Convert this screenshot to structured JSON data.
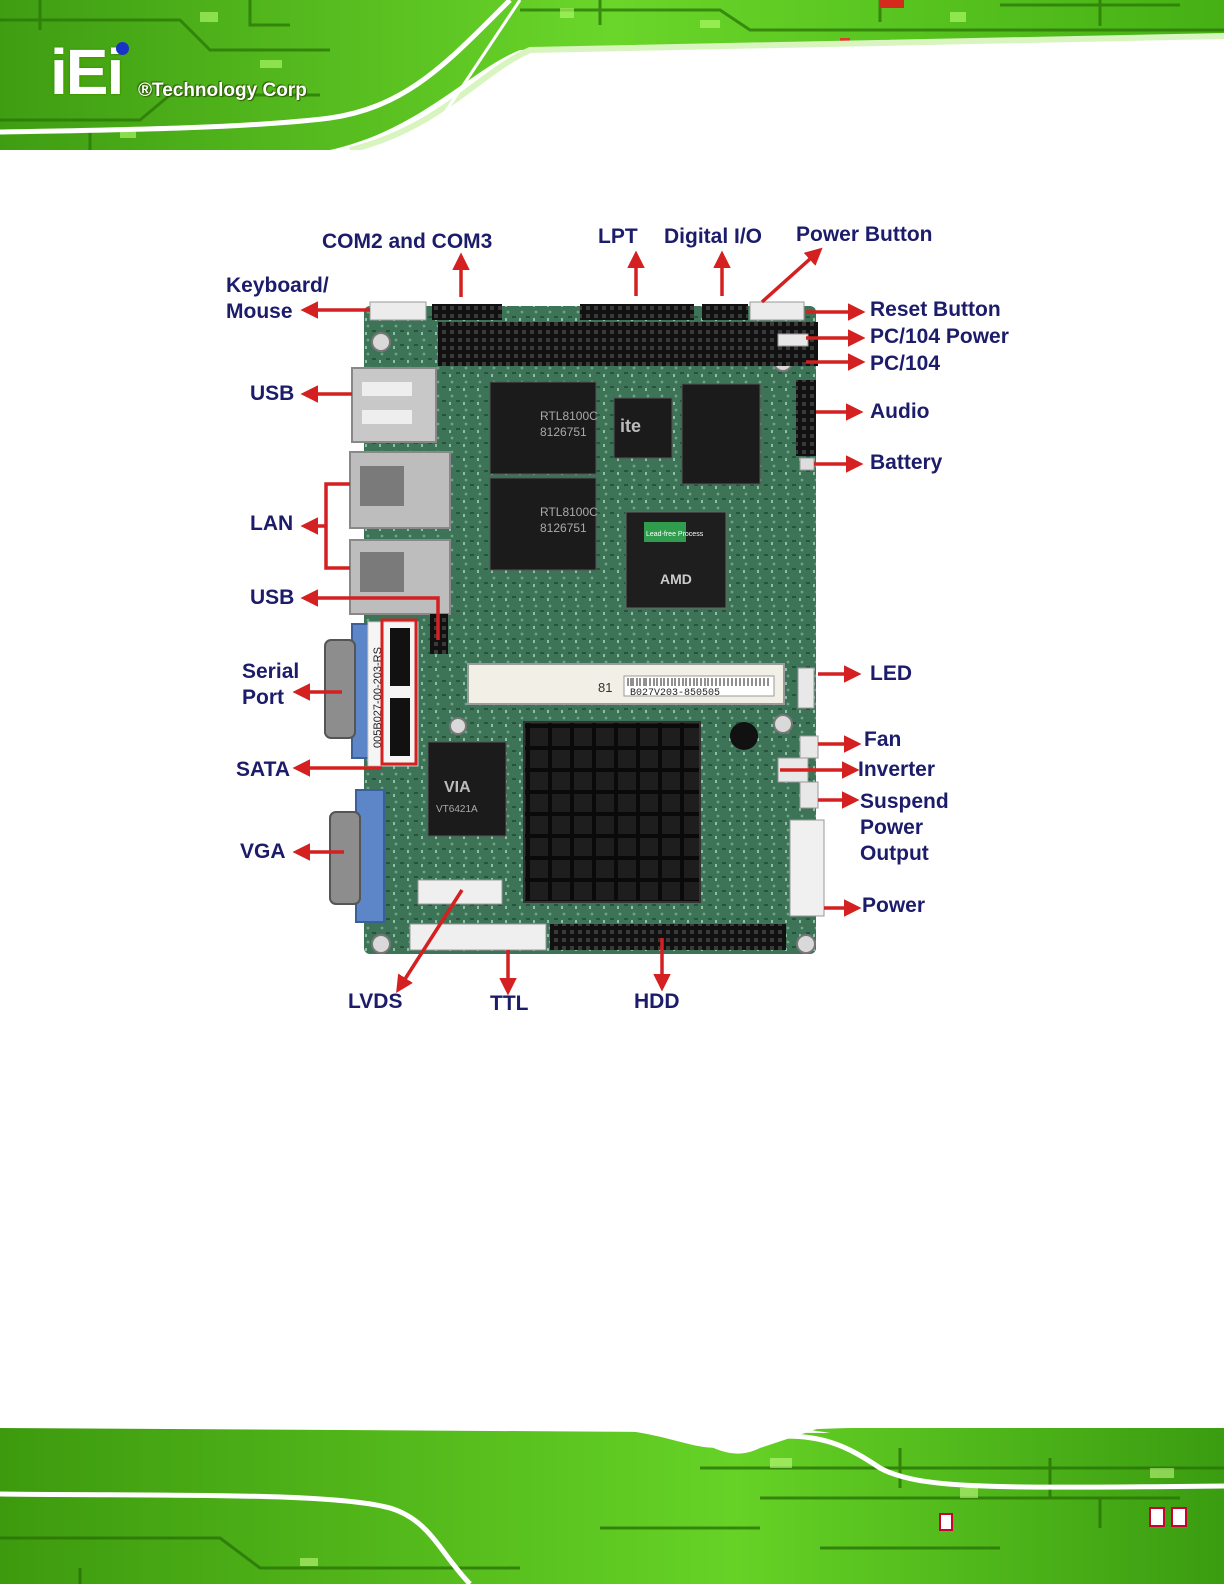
{
  "header": {
    "logo_mark": "iEi",
    "company": "®Technology Corp"
  },
  "colors": {
    "pcb_green": "#2f6d4c",
    "label_navy": "#1c1c6b",
    "arrow_red": "#d42020",
    "banner_green": "#55c21a"
  },
  "diagram": {
    "labels": {
      "com2_com3": "COM2 and COM3",
      "lpt": "LPT",
      "digital_io": "Digital I/O",
      "power_button": "Power Button",
      "keyboard_mouse_1": "Keyboard/",
      "keyboard_mouse_2": "Mouse",
      "reset_button": "Reset Button",
      "pc104_power": "PC/104 Power",
      "pc104": "PC/104",
      "usb_top": "USB",
      "audio": "Audio",
      "battery": "Battery",
      "lan": "LAN",
      "usb_mid": "USB",
      "serial_port_1": "Serial",
      "serial_port_2": "Port",
      "led": "LED",
      "fan": "Fan",
      "inverter": "Inverter",
      "sata": "SATA",
      "suspend_1": "Suspend",
      "suspend_2": "Power",
      "suspend_3": "Output",
      "vga": "VGA",
      "power": "Power",
      "lvds": "LVDS",
      "ttl": "TTL",
      "hdd": "HDD"
    },
    "board_marks": {
      "chip1": "RTL8100C",
      "chip1b": "8126751",
      "chip2": "RTL8100C",
      "chip2b": "8126751",
      "ite": "ite",
      "cpu_brand": "AMD",
      "cpu_sticker": "Lead-free Process",
      "via": "VIA",
      "via_part": "VT6421A",
      "serial_sticker": "005B027-00-203-RS",
      "barcode": "B027V203-850505",
      "slot_num": "81"
    }
  }
}
